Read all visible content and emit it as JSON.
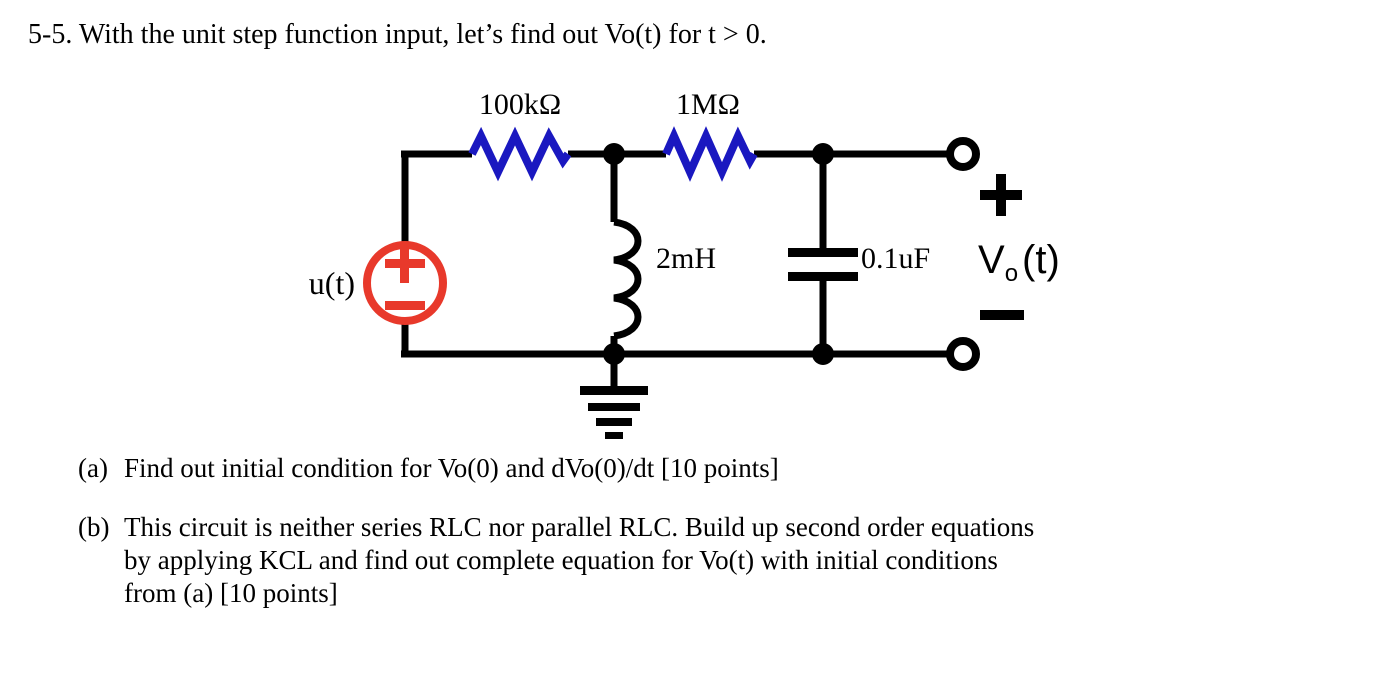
{
  "problem": {
    "title": "5-5. With the unit step function input, let’s find out Vo(t) for t > 0."
  },
  "circuit": {
    "source": {
      "label": "u(t)",
      "plus_sign": "+",
      "minus_sign": "−",
      "color": "#E8392B",
      "type": "independent-voltage-source"
    },
    "resistor1": {
      "label": "100kΩ",
      "color": "#1A18C0"
    },
    "resistor2": {
      "label": "1MΩ",
      "color": "#1A18C0"
    },
    "inductor": {
      "label": "2mH",
      "color": "#000000"
    },
    "capacitor": {
      "label": "0.1uF",
      "color": "#000000"
    },
    "output": {
      "label_v": "V",
      "label_sub": "o",
      "label_arg": "(t)",
      "plus_sign": "+",
      "minus_sign": "−"
    },
    "wire_color": "#000000"
  },
  "parts": [
    {
      "marker": "(a)",
      "lines": [
        "Find out initial condition for Vo(0) and dVo(0)/dt [10 points]"
      ]
    },
    {
      "marker": "(b)",
      "lines": [
        "This circuit is neither series RLC nor parallel RLC. Build up second order equations",
        "by applying KCL and find out complete equation for Vo(t) with initial conditions",
        "from (a) [10 points]"
      ]
    }
  ]
}
